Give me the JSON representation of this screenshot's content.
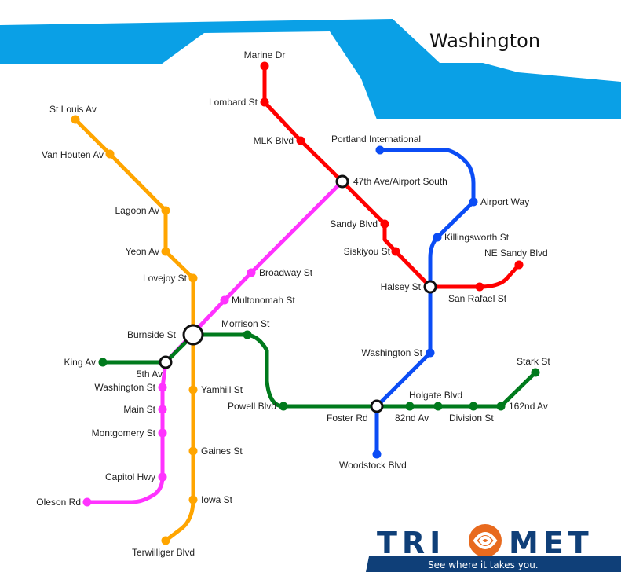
{
  "map": {
    "title": "Washington",
    "colors": {
      "water": "#0aa0e6",
      "red": "#ff0000",
      "orange": "#ffa500",
      "magenta": "#ff33ff",
      "green": "#007a1c",
      "blue": "#0b4cf5"
    }
  },
  "lines": [
    {
      "name": "red",
      "color_key": "red"
    },
    {
      "name": "orange",
      "color_key": "orange"
    },
    {
      "name": "magenta",
      "color_key": "magenta"
    },
    {
      "name": "green",
      "color_key": "green"
    },
    {
      "name": "blue",
      "color_key": "blue"
    }
  ],
  "stations": {
    "marine_dr": "Marine Dr",
    "lombard_st": "Lombard St",
    "mlk_blvd": "MLK Blvd",
    "ave47_airport_south": "47th Ave/Airport South",
    "portland_international": "Portland International",
    "airport_way": "Airport Way",
    "sandy_blvd": "Sandy Blvd",
    "killingsworth_st": "Killingsworth St",
    "siskiyou_st": "Siskiyou St",
    "ne_sandy_blvd": "NE Sandy Blvd",
    "halsey_st": "Halsey St",
    "san_rafael_st": "San Rafael St",
    "st_louis_av": "St Louis Av",
    "van_houten_av": "Van Houten Av",
    "lagoon_av": "Lagoon Av",
    "yeon_av": "Yeon Av",
    "lovejoy_st": "Lovejoy St",
    "broadway_st": "Broadway St",
    "multonomah_st": "Multonomah St",
    "morrison_st": "Morrison St",
    "burnside_st": "Burnside St",
    "king_av": "King Av",
    "fifth_av": "5th Av",
    "washington_st_w": "Washington St",
    "yamhill_st": "Yamhill St",
    "main_st": "Main St",
    "powell_blvd": "Powell Blvd",
    "montgomery_st": "Montgomery St",
    "washington_st_e": "Washington St",
    "stark_st": "Stark St",
    "holgate_blvd": "Holgate Blvd",
    "foster_rd": "Foster Rd",
    "ave82": "82nd Av",
    "division_st": "Division St",
    "ave162": "162nd Av",
    "gaines_st": "Gaines St",
    "woodstock_blvd": "Woodstock Blvd",
    "capitol_hwy": "Capitol Hwy",
    "iowa_st": "Iowa St",
    "oleson_rd": "Oleson Rd",
    "terwilliger_blvd": "Terwilliger Blvd"
  },
  "logo": {
    "wordmark": "TRIMET",
    "tagline": "See where it takes you.",
    "colors": {
      "blue": "#0f3f78",
      "orange": "#e86a1e"
    }
  }
}
